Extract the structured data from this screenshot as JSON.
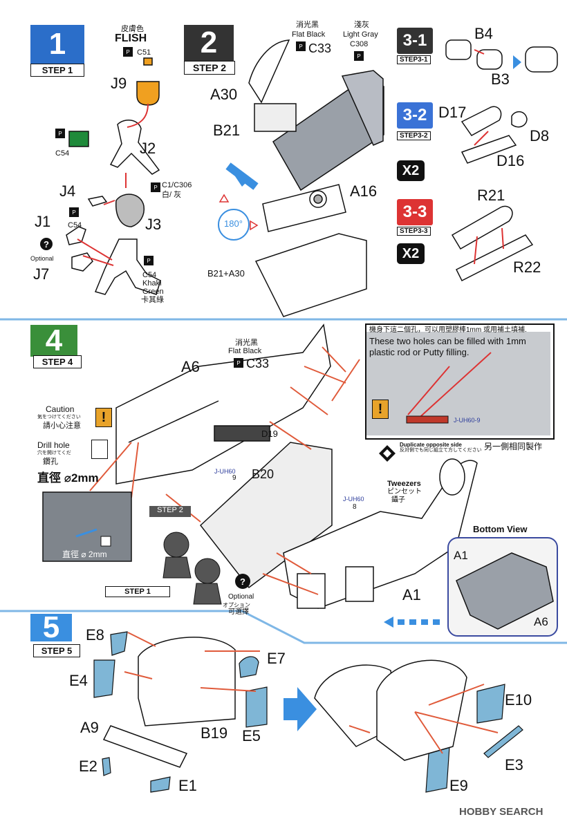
{
  "step1": {
    "number": "1",
    "label": "STEP 1",
    "paint_skin_cn": "皮膚色",
    "paint_skin_name": "FLISH",
    "paint_skin_code": "C51",
    "paint_green_code": "C54",
    "paint_white_codes": "C1/C306",
    "paint_white_cn": "白/ 灰",
    "paint_khaki_code": "C54",
    "paint_khaki_name1": "Khaki",
    "paint_khaki_name2": "Green",
    "paint_khaki_cn": "卡其綠",
    "paint_j1_code": "C54",
    "optional": "Optional",
    "parts": [
      "J9",
      "J2",
      "J4",
      "J1",
      "J3",
      "J7"
    ]
  },
  "step2": {
    "number": "2",
    "label": "STEP 2",
    "paint_black_cn": "消光黑",
    "paint_black_name": "Flat Black",
    "paint_black_code": "C33",
    "paint_gray_cn": "淺灰",
    "paint_gray_name": "Light Gray",
    "paint_gray_code": "C308",
    "rotate": "180°",
    "parts": [
      "A30",
      "B21",
      "A16",
      "B21+A30"
    ]
  },
  "step3": {
    "s1_num": "3-1",
    "s1_label": "STEP3-1",
    "s2_num": "3-2",
    "s2_label": "STEP3-2",
    "s3_num": "3-3",
    "s3_label": "STEP3-3",
    "x2": "X2",
    "parts": [
      "B4",
      "B3",
      "D17",
      "D8",
      "D16",
      "R21",
      "R22"
    ]
  },
  "step4": {
    "number": "4",
    "label": "STEP 4",
    "paint_black_cn": "消光黑",
    "paint_black_name": "Flat Black",
    "paint_black_code": "C33",
    "caution_en": "Caution",
    "caution_jp": "気をつけてください",
    "caution_cn": "請小心注意",
    "drill_en": "Drill hole",
    "drill_jp": "穴を開けてくだ",
    "drill_cn": "鑽孔",
    "diameter": "直徑 ⌀2mm",
    "diameter_small": "直徑 ⌀ 2mm",
    "step2_ref": "STEP 2",
    "step1_ref": "STEP 1",
    "optional_en": "Optional",
    "optional_jp": "オプション",
    "optional_cn": "可選擇",
    "holes_cn": "機身下這二個孔，可以用塑膠棒1mm 或用補土填補.",
    "holes_en": "These two holes can be filled with 1mm plastic rod or Putty filling.",
    "juh60_9": "J-UH60-9",
    "duplicate_en": "Duplicate opposite side",
    "duplicate_jp": "反対側でも同じ組立て方してください",
    "duplicate_cn": "另一側相同製作",
    "tweezers_en": "Tweezers",
    "tweezers_jp": "ピンセット",
    "tweezers_cn": "鑷子",
    "bottom_view": "Bottom View",
    "sprue1": "J-UH60",
    "sprue1_num": "9",
    "sprue2": "J-UH60",
    "sprue2_num": "8",
    "parts": [
      "A6",
      "D19",
      "B20",
      "A1",
      "A1",
      "A6"
    ]
  },
  "step5": {
    "number": "5",
    "label": "STEP 5",
    "parts": [
      "E8",
      "E7",
      "E4",
      "A9",
      "B19",
      "E5",
      "E2",
      "E1",
      "E10",
      "E3",
      "E9"
    ]
  },
  "watermark": "HOBBY SEARCH"
}
